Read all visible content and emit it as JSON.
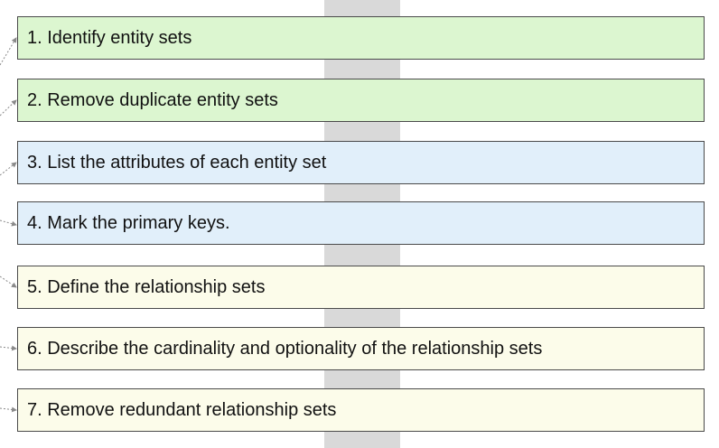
{
  "colors": {
    "green": "#dcf6d0",
    "blue": "#e1effa",
    "yellow": "#fcfcea",
    "spine": "#d9d9d9",
    "border": "#4a4a4a",
    "connector": "#8a8a8a"
  },
  "steps": [
    {
      "label": "1. Identify entity sets",
      "color": "green"
    },
    {
      "label": "2. Remove duplicate entity sets",
      "color": "green"
    },
    {
      "label": "3. List the attributes of each entity set",
      "color": "blue"
    },
    {
      "label": "4. Mark the primary keys.",
      "color": "blue"
    },
    {
      "label": "5. Define the relationship sets",
      "color": "yellow"
    },
    {
      "label": "6. Describe the cardinality and optionality of the relationship sets",
      "color": "yellow"
    },
    {
      "label": "7. Remove redundant relationship sets",
      "color": "yellow"
    }
  ]
}
